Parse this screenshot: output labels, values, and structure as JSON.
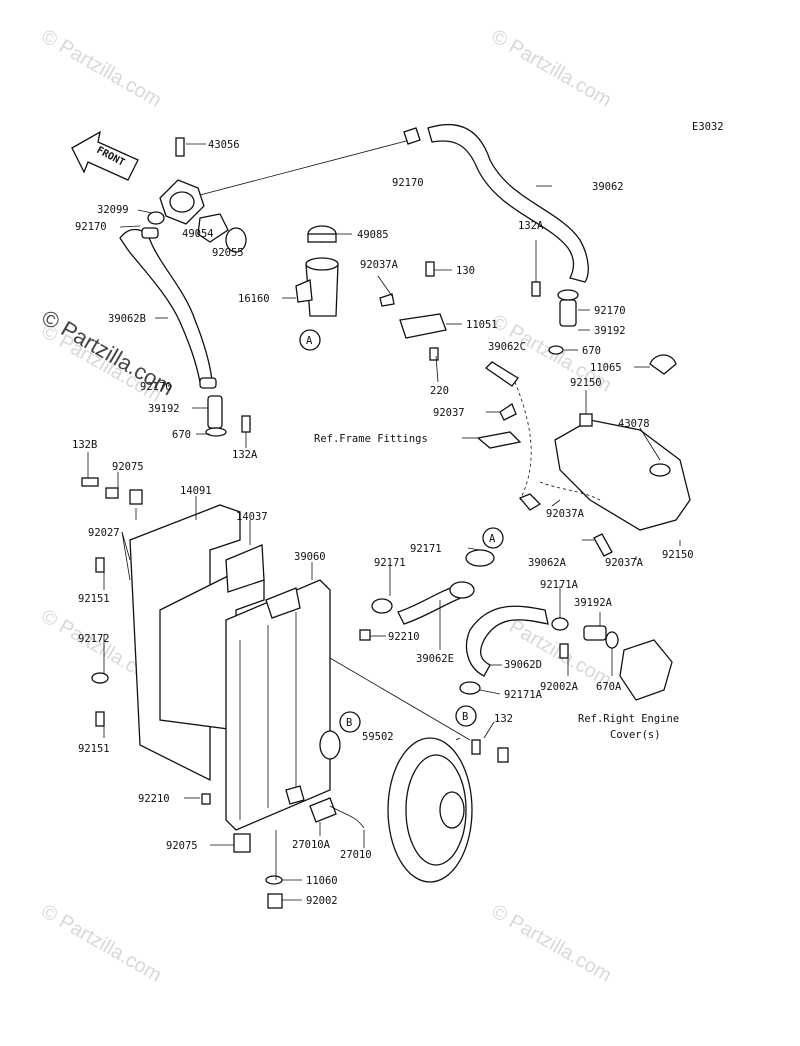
{
  "diagram_code": "E3032",
  "front_label": "FRONT",
  "watermarks": [
    "© Partzilla.com",
    "© Partzilla.com",
    "© Partzilla.com",
    "© Partzilla.com",
    "© Partzilla.com",
    "© Partzilla.com",
    "© Partzilla.com",
    "© Partzilla.com"
  ],
  "side_watermark": "© Partzilla.com",
  "labels": {
    "p43056": "43056",
    "p32099": "32099",
    "p92170_a": "92170",
    "p92170_top": "92170",
    "p49054": "49054",
    "p92055": "92055",
    "p39062B": "39062B",
    "p92170_b": "92170",
    "p39192_a": "39192",
    "p670_a": "670",
    "p132A_a": "132A",
    "p39062": "39062",
    "p49085": "49085",
    "p92037A_a": "92037A",
    "p130": "130",
    "p16160": "16160",
    "p11051": "11051",
    "p220": "220",
    "p132A_b": "132A",
    "p92170_c": "92170",
    "p39192_b": "39192",
    "p670_b": "670",
    "p39062C": "39062C",
    "p11065": "11065",
    "p92150_a": "92150",
    "p92037": "92037",
    "p43078": "43078",
    "ref_frame": "Ref.Frame Fittings",
    "p132B": "132B",
    "p92075_a": "92075",
    "p14091": "14091",
    "p92027": "92027",
    "p14037": "14037",
    "p92151_a": "92151",
    "p39060": "39060",
    "p92171_a": "92171",
    "p92171_b": "92171",
    "p92037A_b": "92037A",
    "p39062A": "39062A",
    "p92150_b": "92150",
    "p92037A_c": "92037A",
    "p92172": "92172",
    "p92210_a": "92210",
    "p39062E": "39062E",
    "p92171A_a": "92171A",
    "p39192A": "39192A",
    "p39062D": "39062D",
    "p92002A": "92002A",
    "p670A": "670A",
    "p92171A_b": "92171A",
    "ref_engine_1": "Ref.Right Engine",
    "ref_engine_2": "Cover(s)",
    "p92151_b": "92151",
    "p132": "132",
    "p59502": "59502",
    "p92210_b": "92210",
    "p27010A": "27010A",
    "p27010": "27010",
    "p92075_b": "92075",
    "p11060": "11060",
    "p92002": "92002"
  },
  "callouts": {
    "A1": "A",
    "A2": "A",
    "B1": "B",
    "B2": "B"
  }
}
